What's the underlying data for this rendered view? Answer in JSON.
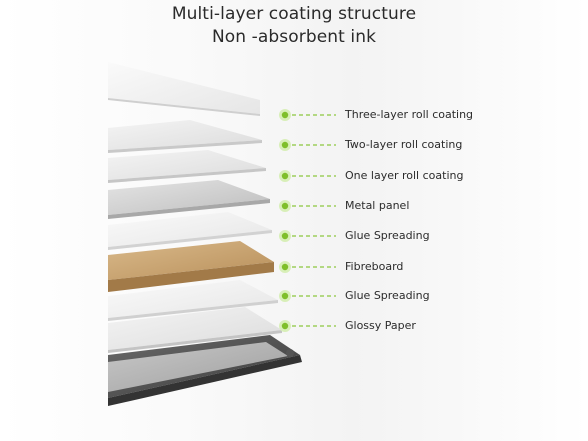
{
  "header": {
    "title_line1": "Multi-layer coating structure",
    "title_line2": "Non -absorbent ink"
  },
  "colors": {
    "accent_dot": "#7fbf2a",
    "accent_dot_halo": "#d8efb8",
    "fibreboard": "#c9a574",
    "frame": "#505050"
  },
  "layers": [
    {
      "label": "Three-layer roll coating",
      "icon": "green-dot-icon"
    },
    {
      "label": "Two-layer roll coating",
      "icon": "green-dot-icon"
    },
    {
      "label": "One layer roll coating",
      "icon": "green-dot-icon"
    },
    {
      "label": "Metal panel",
      "icon": "green-dot-icon"
    },
    {
      "label": "Glue Spreading",
      "icon": "green-dot-icon"
    },
    {
      "label": "Fibreboard",
      "icon": "green-dot-icon"
    },
    {
      "label": "Glue Spreading",
      "icon": "green-dot-icon"
    },
    {
      "label": "Glossy Paper",
      "icon": "green-dot-icon"
    }
  ]
}
